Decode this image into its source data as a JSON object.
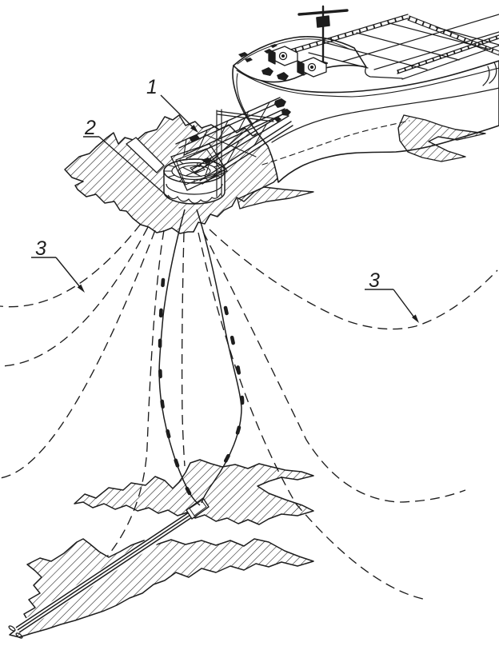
{
  "figure": {
    "ink_color": "#1d1d1d",
    "paper_color": "#ffffff",
    "labels": [
      {
        "id": "1",
        "text": "1",
        "points_to": "mooring-arm"
      },
      {
        "id": "2",
        "text": "2",
        "points_to": "turret-buoy"
      },
      {
        "id": "3",
        "text": "3",
        "points_to": "mooring-line-left"
      },
      {
        "id": "3",
        "text": "3",
        "points_to": "mooring-line-right"
      }
    ]
  }
}
